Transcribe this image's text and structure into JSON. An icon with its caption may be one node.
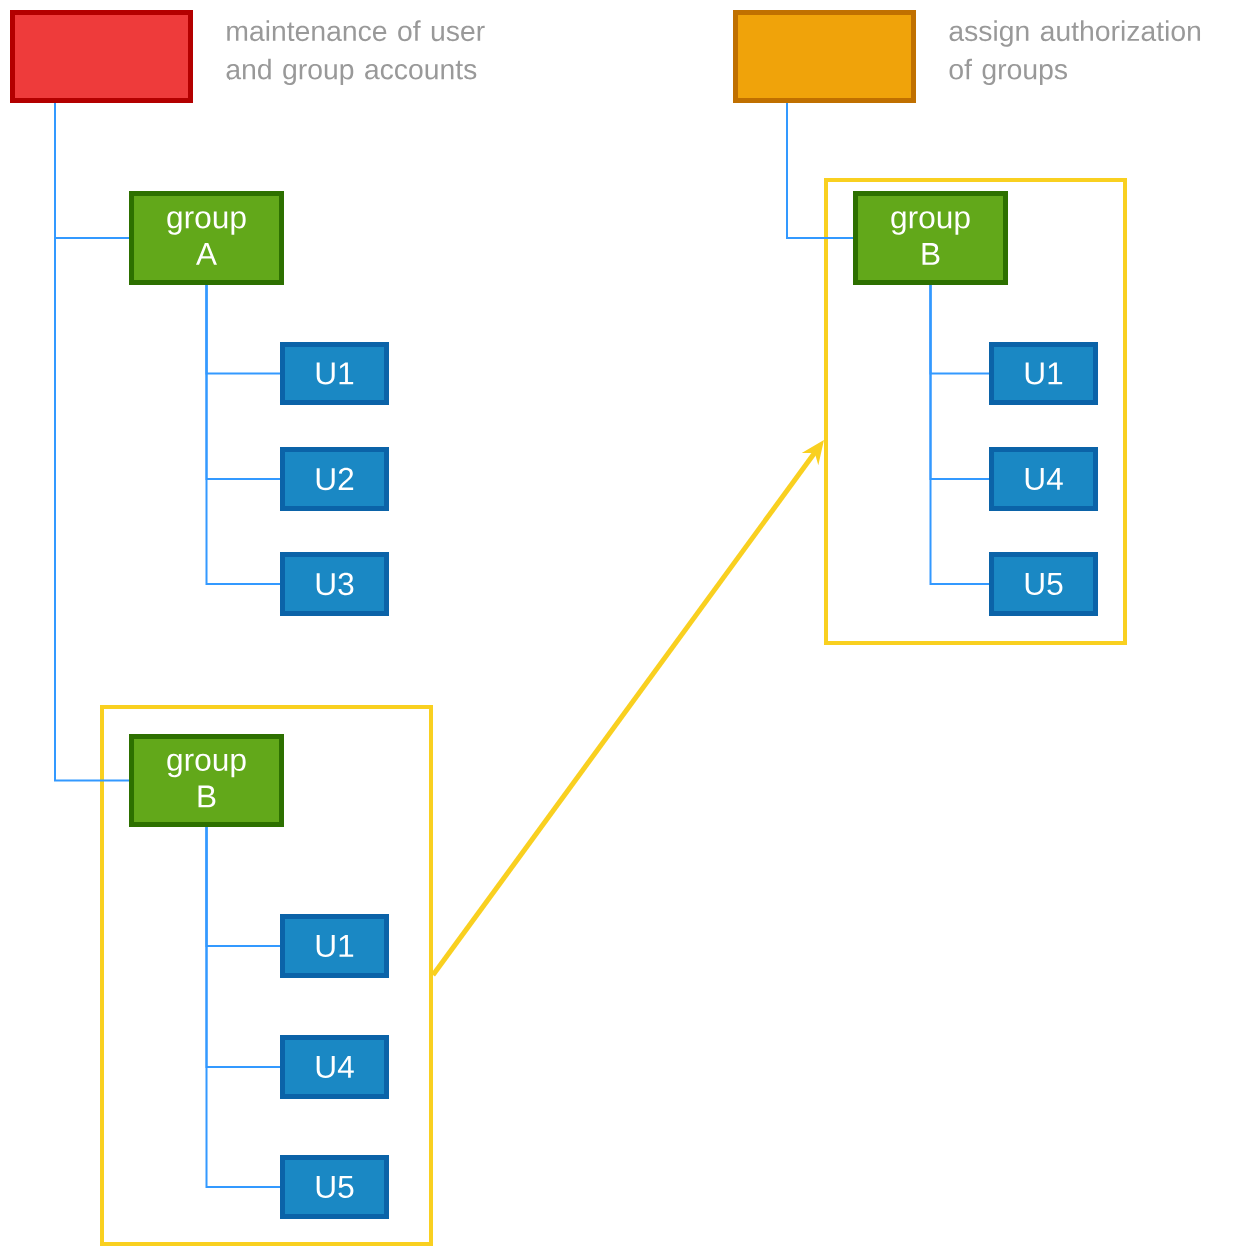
{
  "diagram": {
    "nodes": [
      {
        "text": [],
        "shape": "box",
        "beside": [
          "maintenance of user and group accounts"
        ]
      },
      {
        "text": [],
        "shape": "box",
        "beside": [
          "assign authorization of groups"
        ]
      },
      {
        "text": [
          "group A"
        ]
      },
      {
        "text": [
          "U1"
        ]
      },
      {
        "text": [
          "U2"
        ]
      },
      {
        "text": [
          "U3"
        ]
      },
      {
        "text": [],
        "shape": "box"
      },
      {
        "text": [
          "group B"
        ],
        "in": 6
      },
      {
        "text": [
          "U1"
        ],
        "in": 6
      },
      {
        "text": [
          "U4"
        ],
        "in": 6
      },
      {
        "text": [
          "U5"
        ],
        "in": 6
      },
      {
        "text": [],
        "shape": "box"
      },
      {
        "text": [
          "group B"
        ],
        "in": 11
      },
      {
        "text": [
          "U1"
        ],
        "in": 11
      },
      {
        "text": [
          "U4"
        ],
        "in": 11
      },
      {
        "text": [
          "U5"
        ],
        "in": 11
      }
    ],
    "edges": [
      {
        "from": 0,
        "to": 2,
        "arrow": "none"
      },
      {
        "from": 0,
        "to": 7,
        "arrow": "none"
      },
      {
        "from": 2,
        "to": 3,
        "arrow": "none"
      },
      {
        "from": 2,
        "to": 4,
        "arrow": "none"
      },
      {
        "from": 2,
        "to": 5,
        "arrow": "none"
      },
      {
        "from": 7,
        "to": 8,
        "arrow": "none"
      },
      {
        "from": 7,
        "to": 9,
        "arrow": "none"
      },
      {
        "from": 7,
        "to": 10,
        "arrow": "none"
      },
      {
        "from": 1,
        "to": 12,
        "arrow": "none"
      },
      {
        "from": 12,
        "to": 13,
        "arrow": "none"
      },
      {
        "from": 12,
        "to": 14,
        "arrow": "none"
      },
      {
        "from": 12,
        "to": 15,
        "arrow": "none"
      },
      {
        "from": 6,
        "to": 11,
        "arrow": "to",
        "style": "thick",
        "color": "#f9d020"
      }
    ]
  }
}
